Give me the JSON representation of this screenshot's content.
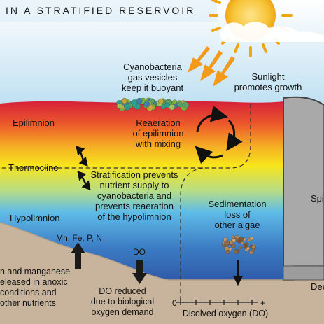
{
  "title": "IN A STRATIFIED RESERVOIR",
  "labels": {
    "cyanobacteria": [
      "Cyanobacteria",
      "gas vesicles",
      "keep it buoyant"
    ],
    "sunlight": [
      "Sunlight",
      "promotes growth"
    ],
    "epilimnion": "Epilimnion",
    "reaeration": [
      "Reaeration",
      "of epilimnion",
      "with mixing"
    ],
    "thermocline": "Thermocline",
    "stratification": [
      "Stratification prevents",
      "nutrient supply to",
      "cyanobacteria and",
      "prevents reaeration",
      "of the hypolimnion"
    ],
    "hypolimnion": "Hypolimnion",
    "sedimentation": [
      "Sedimentation",
      "loss of",
      "other algae"
    ],
    "nutrients": "Mn, Fe, P, N",
    "do": "DO",
    "release": [
      "n and manganese",
      "eleased in anoxic",
      "conditions and",
      "other nutrients"
    ],
    "do_reduced": [
      "DO reduced",
      "due to biological",
      "oxygen demand"
    ],
    "dam_top": "Spi",
    "dam_bottom": "Dee",
    "axis_label": "Disolved oxygen (DO)",
    "axis_zero": "0",
    "axis_plus": "+"
  },
  "colors": {
    "sky_top": "#ffffff",
    "sky_bottom": "#bfe0f2",
    "water_top": "#d6213a",
    "water_mid": "#f7e51c",
    "water_low": "#5fbce8",
    "water_bottom": "#2f5aa8",
    "sediment": "#c8b49c",
    "dam": "#a9a9a9",
    "sun": "#f5b41e",
    "sun_ray": "#f39a1a"
  }
}
